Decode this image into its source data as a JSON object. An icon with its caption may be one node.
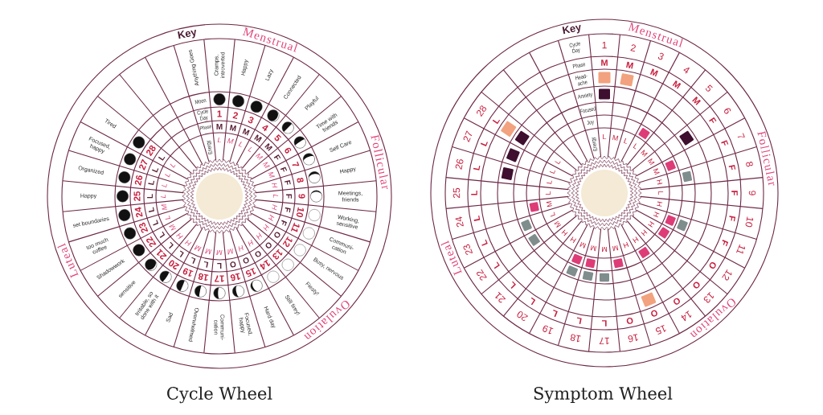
{
  "diagram": {
    "nodes": [
      {
        "text": [
          "Key",
          "Anything Goes",
          "Moon",
          "Cycle Day",
          "Phase",
          "Energy",
          "Menstrual",
          "Cramps, introverted",
          "1",
          "M",
          "L",
          "Happy",
          "2",
          "M",
          "M",
          "Lazy",
          "3",
          "M",
          "L",
          "Connected",
          "4",
          "M",
          "L",
          "Playful",
          "5",
          "M",
          "M",
          "Follicular",
          "Time with friends",
          "6",
          "F",
          "M",
          "Self Care",
          "7",
          "F",
          "M",
          "Happy",
          "8",
          "F",
          "H",
          "Meetings, friends",
          "9",
          "F",
          "L",
          "Working, sensitive",
          "10",
          "F",
          "H",
          "Communi- cation",
          "11",
          "F",
          "H",
          "Ovulation",
          "Busy, nervous",
          "12",
          "O",
          "H",
          "Fiesty!",
          "13",
          "O",
          "H",
          "Still firey!",
          "14",
          "O",
          "H",
          "Hard day",
          "15",
          "O",
          "H",
          "Focused, happy",
          "16",
          "O",
          "M",
          "Luteal",
          "Communi- cation",
          "17",
          "L",
          "M",
          "Overwhelmed",
          "18",
          "L",
          "M",
          "Sad",
          "19",
          "L",
          "M",
          "Irritable, so done with it",
          "20",
          "L",
          "H",
          "sensitive",
          "21",
          "L",
          "H",
          "Shadowwork",
          "22",
          "L",
          "M",
          "too much coffee",
          "23",
          "L",
          "L",
          "set boundaries",
          "24",
          "L",
          "M",
          "Happy",
          "25",
          "L",
          "L",
          "Organized",
          "26",
          "L",
          "L",
          "Focused, happy",
          "27",
          "L",
          "L",
          "Tired",
          "28",
          "L",
          "L"
        ],
        "beside": [
          "Cycle Wheel"
        ]
      },
      {
        "text": [
          "Key",
          "Cycle Day",
          "Phase",
          "Head- ache",
          "Anxiety",
          "Focused",
          "Joy",
          "Energy",
          "Menstrual",
          "1",
          "M",
          "L",
          "2",
          "M",
          "M",
          "3",
          "M",
          "L",
          "4",
          "M",
          "L",
          "5",
          "M",
          "M",
          "Follicular",
          "6",
          "F",
          "M",
          "7",
          "F",
          "M",
          "8",
          "F",
          "H",
          "9",
          "F",
          "L",
          "10",
          "F",
          "H",
          "11",
          "F",
          "H",
          "Ovulation",
          "12",
          "O",
          "H",
          "13",
          "O",
          "H",
          "14",
          "O",
          "H",
          "15",
          "O",
          "H",
          "16",
          "O",
          "M",
          "Luteal",
          "17",
          "L",
          "M",
          "18",
          "L",
          "M",
          "19",
          "L",
          "M",
          "20",
          "L",
          "H",
          "21",
          "L",
          "H",
          "22",
          "L",
          "M",
          "23",
          "L",
          "L",
          "24",
          "L",
          "M",
          "25",
          "L",
          "L",
          "26",
          "L",
          "L",
          "27",
          "L",
          "L",
          "28",
          "L",
          "L"
        ],
        "beside": [
          "Symptom Wheel"
        ]
      }
    ]
  }
}
